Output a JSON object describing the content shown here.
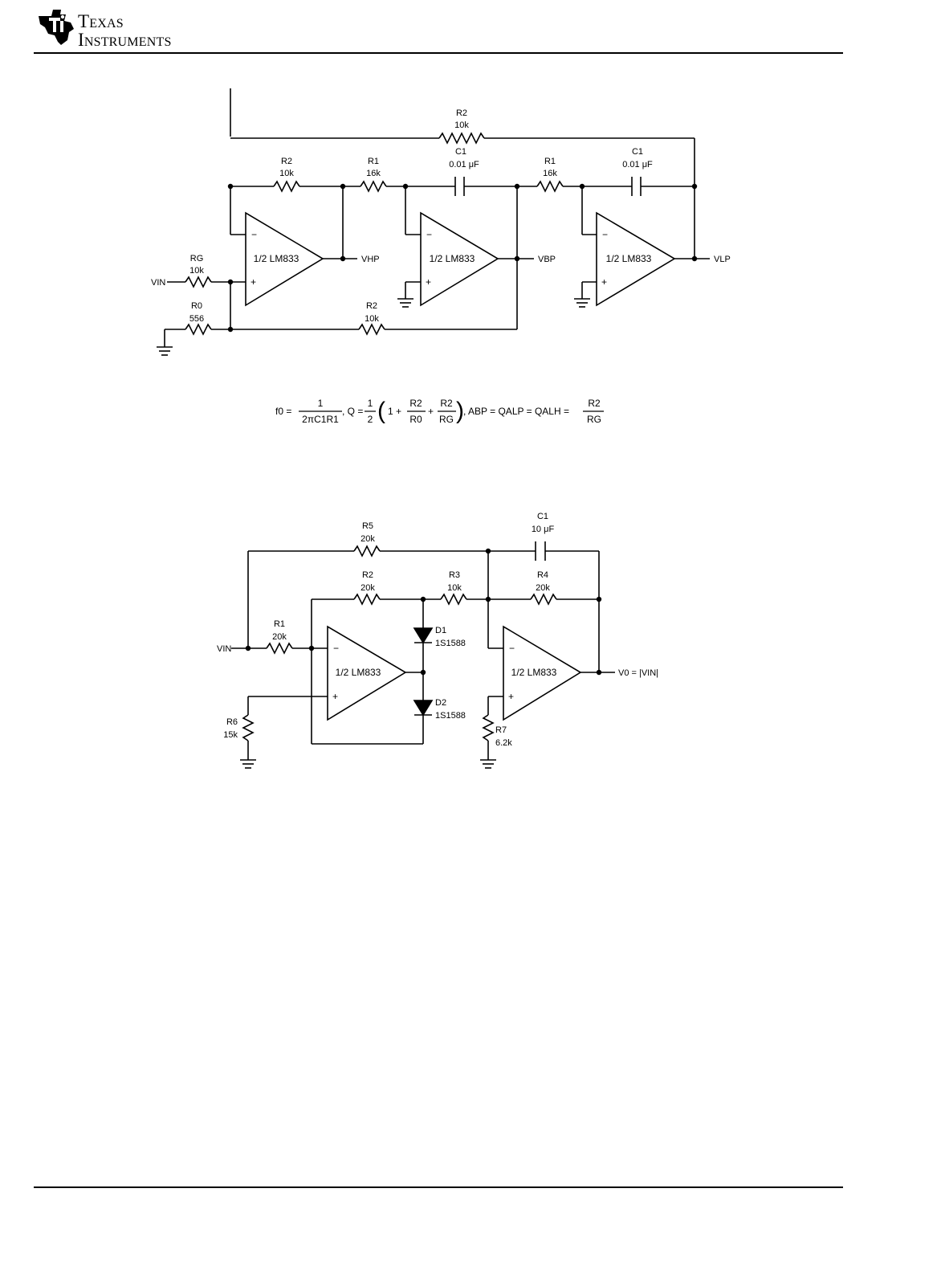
{
  "header": {
    "brand_line1": "Texas",
    "brand_line2": "Instruments",
    "logo_icon": "ti-logo-icon"
  },
  "filter": {
    "r2_top": {
      "name": "R2",
      "value": "10k"
    },
    "r2_a": {
      "name": "R2",
      "value": "10k"
    },
    "r1_a": {
      "name": "R1",
      "value": "16k"
    },
    "c1_a": {
      "name": "C1",
      "value": "0.01 μF"
    },
    "r1_b": {
      "name": "R1",
      "value": "16k"
    },
    "c1_b": {
      "name": "C1",
      "value": "0.01 μF"
    },
    "rg": {
      "name": "RG",
      "value": "10k"
    },
    "r0": {
      "name": "R0",
      "value": "556"
    },
    "r2_bottom": {
      "name": "R2",
      "value": "10k"
    },
    "vin": "VIN",
    "vhp": "VHP",
    "vbp": "VBP",
    "vlp": "VLP",
    "amp_label": "1/2 LM833",
    "minus": "−",
    "plus": "+"
  },
  "equation": {
    "f0": "f0 =",
    "f0_num": "1",
    "f0_den": "2πC1R1",
    "q": ", Q =",
    "q_num": "1",
    "q_den": "2",
    "paren_open": "(",
    "one_plus": "1 +",
    "t1_num": "R2",
    "t1_den": "R0",
    "plus": "+",
    "t2_num": "R2",
    "t2_den": "RG",
    "paren_close": ")",
    "abp": ", ABP = QALP = QALH =",
    "g_num": "R2",
    "g_den": "RG"
  },
  "rectifier": {
    "r5": {
      "name": "R5",
      "value": "20k"
    },
    "c1": {
      "name": "C1",
      "value": "10 μF"
    },
    "r2": {
      "name": "R2",
      "value": "20k"
    },
    "r3": {
      "name": "R3",
      "value": "10k"
    },
    "r4": {
      "name": "R4",
      "value": "20k"
    },
    "r1": {
      "name": "R1",
      "value": "20k"
    },
    "d1": {
      "name": "D1",
      "value": "1S1588"
    },
    "d2": {
      "name": "D2",
      "value": "1S1588"
    },
    "r6": {
      "name": "R6",
      "value": "15k"
    },
    "r7": {
      "name": "R7",
      "value": "6.2k"
    },
    "vin": "VIN",
    "vout": "V0 = |VIN|",
    "amp_label": "1/2 LM833",
    "minus": "−",
    "plus": "+"
  }
}
